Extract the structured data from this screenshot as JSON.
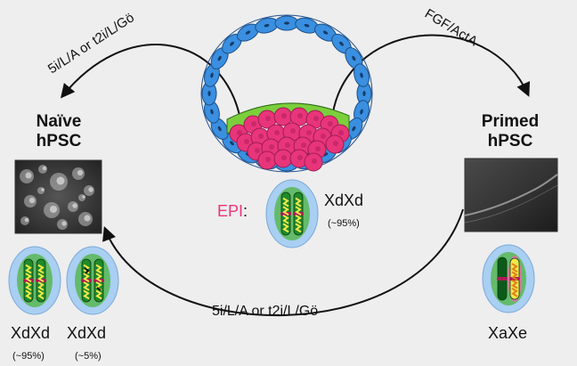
{
  "title": "",
  "labels": {
    "naive": [
      "Naïve",
      "hPSC"
    ],
    "primed": [
      "Primed",
      "hPSC"
    ],
    "epi_prefix": "EPI",
    "epi_suffix": ":",
    "epi_state": "XdXd",
    "epi_pct": "(~95%)",
    "naive_cell1_state": "XdXd",
    "naive_cell1_pct": "(~95%)",
    "naive_cell2_state": "XdXd",
    "naive_cell2_pct": "(~5%)",
    "primed_state": "XaXe"
  },
  "arrows": {
    "epi_to_naive": "5i/L/A or t2i/L/Gö",
    "epi_to_primed": "FGF/ActA",
    "primed_to_naive": "5i/L/A or t2i/L/Gö"
  },
  "colors": {
    "background": "#eeeeee",
    "trophectoderm": "#3a8fe0",
    "primitive_endoderm": "#7bcf3c",
    "epiblast": "#e8357a",
    "epi_label": "#e8357a",
    "cell_halo": "#a9cff2",
    "chromosome_green": "#1f8a2a",
    "chromosome_yellow": "#f2e84a",
    "chromosome_pink": "#e36fa8",
    "arrow": "#111111"
  },
  "icons": [
    "blastocyst-icon",
    "naive-colony-micrograph",
    "primed-colony-micrograph",
    "x-chromosome-icon"
  ]
}
